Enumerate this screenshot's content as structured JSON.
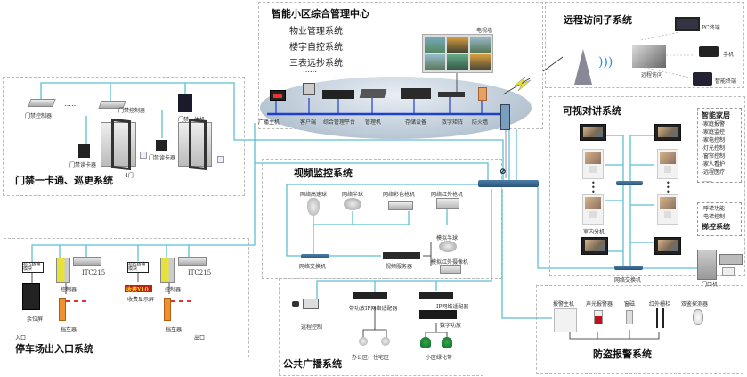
{
  "management_center": {
    "title": "智能小区综合管理中心",
    "subsystems": [
      "物业管理系统",
      "楼宇自控系统",
      "三表远抄系统",
      "……"
    ],
    "tv_wall_label": "电视墙",
    "devices": [
      "广播主机",
      "客户端",
      "综合管理平台",
      "管理机",
      "存储设备",
      "数字矩阵",
      "防火墙"
    ]
  },
  "remote_access": {
    "title": "远程访问子系统",
    "center_label": "远程访问",
    "terminals": [
      "PC终端",
      "手机",
      "智能终端"
    ]
  },
  "access_control": {
    "title": "门禁一卡通、巡更系统",
    "labels": {
      "controller_1": "门禁控制器",
      "ellipsis": "……",
      "controller_2": "门禁控制器",
      "reader_1": "门禁读卡器",
      "door": "4门",
      "reader_2": "门禁读卡器",
      "all_in_one": "门禁一体机"
    }
  },
  "intercom": {
    "title": "可视对讲系统",
    "indoor_unit_label": "室内分机",
    "switch_label": "网络交换机",
    "door_unit_label": "门口机",
    "smart_home": {
      "title": "智能家居",
      "items": [
        "-家庭报警",
        "-家庭监控",
        "-家电控制",
        "-灯光控制",
        "-窗帘控制",
        "-家人看护",
        "-远程医疗",
        "……"
      ]
    },
    "elevator": {
      "title": "梯控系统",
      "items": [
        "-呼梯功能",
        "-电梯控制"
      ]
    }
  },
  "video_surveillance": {
    "title": "视频监控系统",
    "cameras": [
      "网络高速球",
      "网络半球",
      "网络彩色枪机",
      "网络红外枪机"
    ],
    "switch_label": "网络交换机",
    "server_label": "视频服务器",
    "analog": [
      "模拟半球",
      "模拟红外摄像机"
    ]
  },
  "parking": {
    "title": "停车场出入口系统",
    "entry_label": "入口",
    "exit_label": "出口",
    "module_label": "485转换模块",
    "camera_model": "ITC215",
    "controller_label": "控制器",
    "barrier_label": "挡车器",
    "remaining_label": "余位屏",
    "fee_display_label": "收费显示屏",
    "fee_display_text": "收费Y10"
  },
  "broadcast": {
    "title": "公共广播系统",
    "remote_control_label": "远程控制",
    "adapter_amp_label": "带功放IP网络适配器",
    "adapter_label": "IP网络适配器",
    "amp_label": "数字功放",
    "zone_office": "办公区、住宅区",
    "zone_green": "小区绿化带"
  },
  "alarm": {
    "title": "防盗报警系统",
    "devices": [
      "报警主机",
      "声光报警器",
      "窗磁",
      "红外栅栏",
      "双鉴探测器"
    ]
  },
  "colors": {
    "network_line": "#5bbfd2",
    "backbone": "#1f3fcf",
    "switch": "#2a5578"
  }
}
